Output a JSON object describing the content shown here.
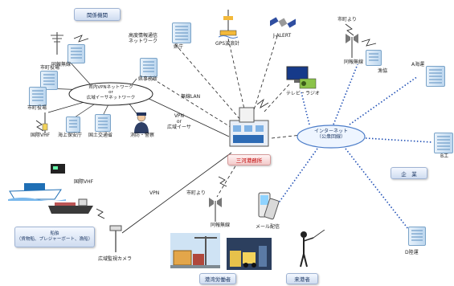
{
  "labels": {
    "kankei_kikan": "関係機関",
    "kouki_johou": "高度情報通信\nネットワーク",
    "kencho": "県庁",
    "gps": "GPS波浪計",
    "jalert": "J-ALERT",
    "shicho_yori_top": "市町より",
    "douhou_musen_tr": "同報無線",
    "gyokyo": "漁協",
    "douhou_musen_tl": "同報無線",
    "shicho_yakuba_1": "市町役場",
    "shicho_yakuba_2": "市町役場",
    "kennai_vpn": "県内VPNネットワーク\nor\n広域イーサネットワーク",
    "kenjimusho": "県事務所",
    "musen_lan": "無線LAN",
    "tv_radio": "テレビ・ラジオ",
    "vpn_or_eth": "VPN\nor\n広域イーサ",
    "kokusai_vhf_1": "国際VHF",
    "kaijo_hoan": "海上保安庁",
    "kokudo": "国土交通省",
    "shobo": "消防・警察",
    "port_office": "三河港務所",
    "internet": "インターネット\n（公衆回線）",
    "a_port": "A海運",
    "b_ind": "B工",
    "kigyo": "企　業",
    "kokusai_vhf_2": "国際VHF",
    "vpn": "VPN",
    "shicho_yori_bottom": "市町より",
    "douhou_musen_b": "同報無線",
    "mail": "メール配信",
    "ships": "船舶\n（貨物船、プレジャーボート、漁船）",
    "camera": "広域監視カメラ",
    "kowan_rodo": "港湾労働者",
    "raiko": "来港者",
    "d_port": "D陸運"
  },
  "colors": {
    "box_top": "#f4f8ff",
    "box_bottom": "#cfdcf0",
    "dotted_blue": "#1f4fb5",
    "line": "#222222",
    "port_label": "#c00000"
  }
}
